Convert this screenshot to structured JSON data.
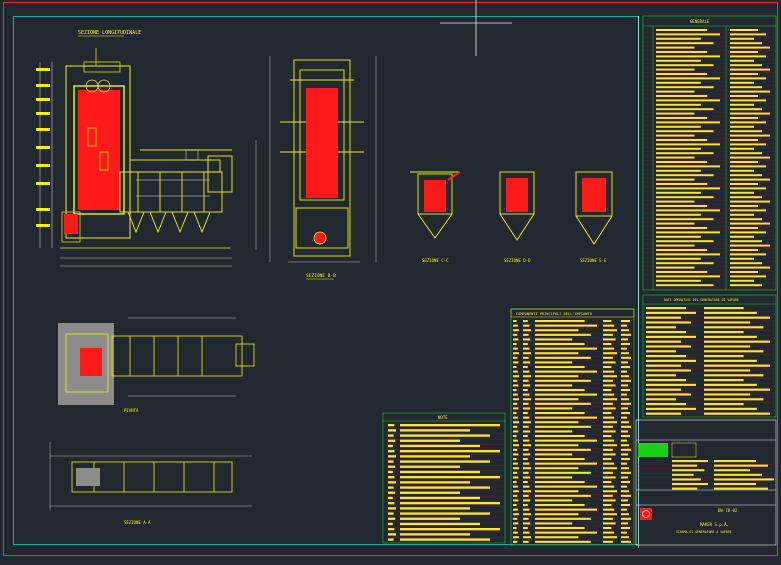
{
  "colors": {
    "background": "#212830",
    "frame": "#ff2a2a",
    "inner_frame": "#16d0d0",
    "drawing_lines": "#f2f20a",
    "fill": "#ff1a1a",
    "table_text": "#ffe23a",
    "grid_green": "#19d019",
    "white": "#e8e8e8",
    "cyan_dims": "#22c8c8"
  },
  "views": {
    "main_title": "SEZIONE LONGITUDINALE",
    "section_bb": "SEZIONE B-B",
    "section_cc": "SEZIONE C-C",
    "section_dd": "SEZIONE D-D",
    "section_ee": "SEZIONE E-E",
    "plan": "PIANTA",
    "section_aa": "SEZIONE A-A"
  },
  "tables": {
    "general_data_title": "GENERALE",
    "parts_list_title": "COMPONENTI PRINCIPALI DELL'IMPIANTO",
    "notes_title": "NOTE",
    "characteristics_title": "DATI OPERATIVI DEL GENERATORE DI VAPORE"
  },
  "title_block": {
    "drawing_no": "DW-78-02",
    "company": "MAKER S.p.A.",
    "description": "SCHEMA DI GENERATORE A VAPORE"
  },
  "icons": [
    "crosshair-cursor-icon",
    "company-logo-icon"
  ]
}
